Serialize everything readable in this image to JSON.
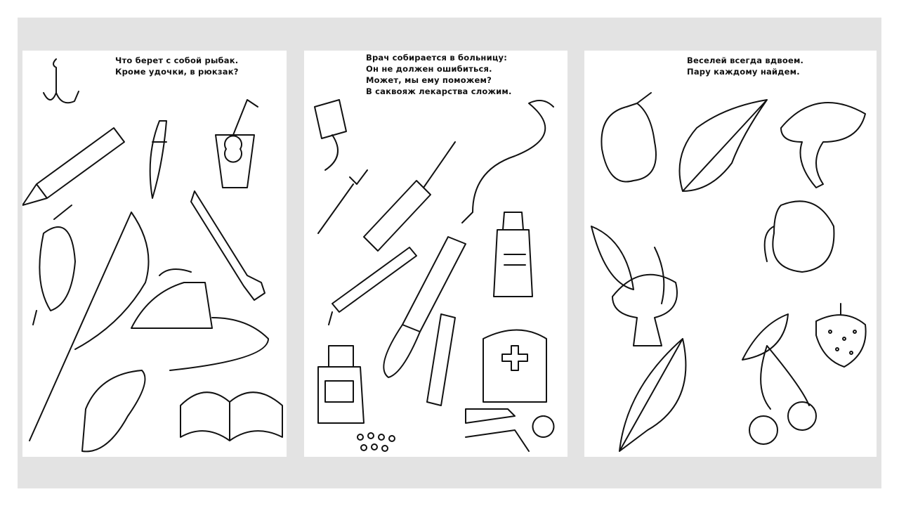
{
  "panels": [
    {
      "title": "fisherman",
      "verse": [
        "Что берет с собой рыбак.",
        "Кроме удочки, в рюкзак?"
      ]
    },
    {
      "title": "doctor",
      "verse": [
        "Врач собирается в больницу:",
        "Он не должен ошибиться.",
        "Может, мы ему поможем?",
        "В саквояж лекарства сложим."
      ]
    },
    {
      "title": "pairs",
      "verse": [
        "Веселей всегда вдвоем.",
        "Пару каждому найдем."
      ]
    }
  ]
}
